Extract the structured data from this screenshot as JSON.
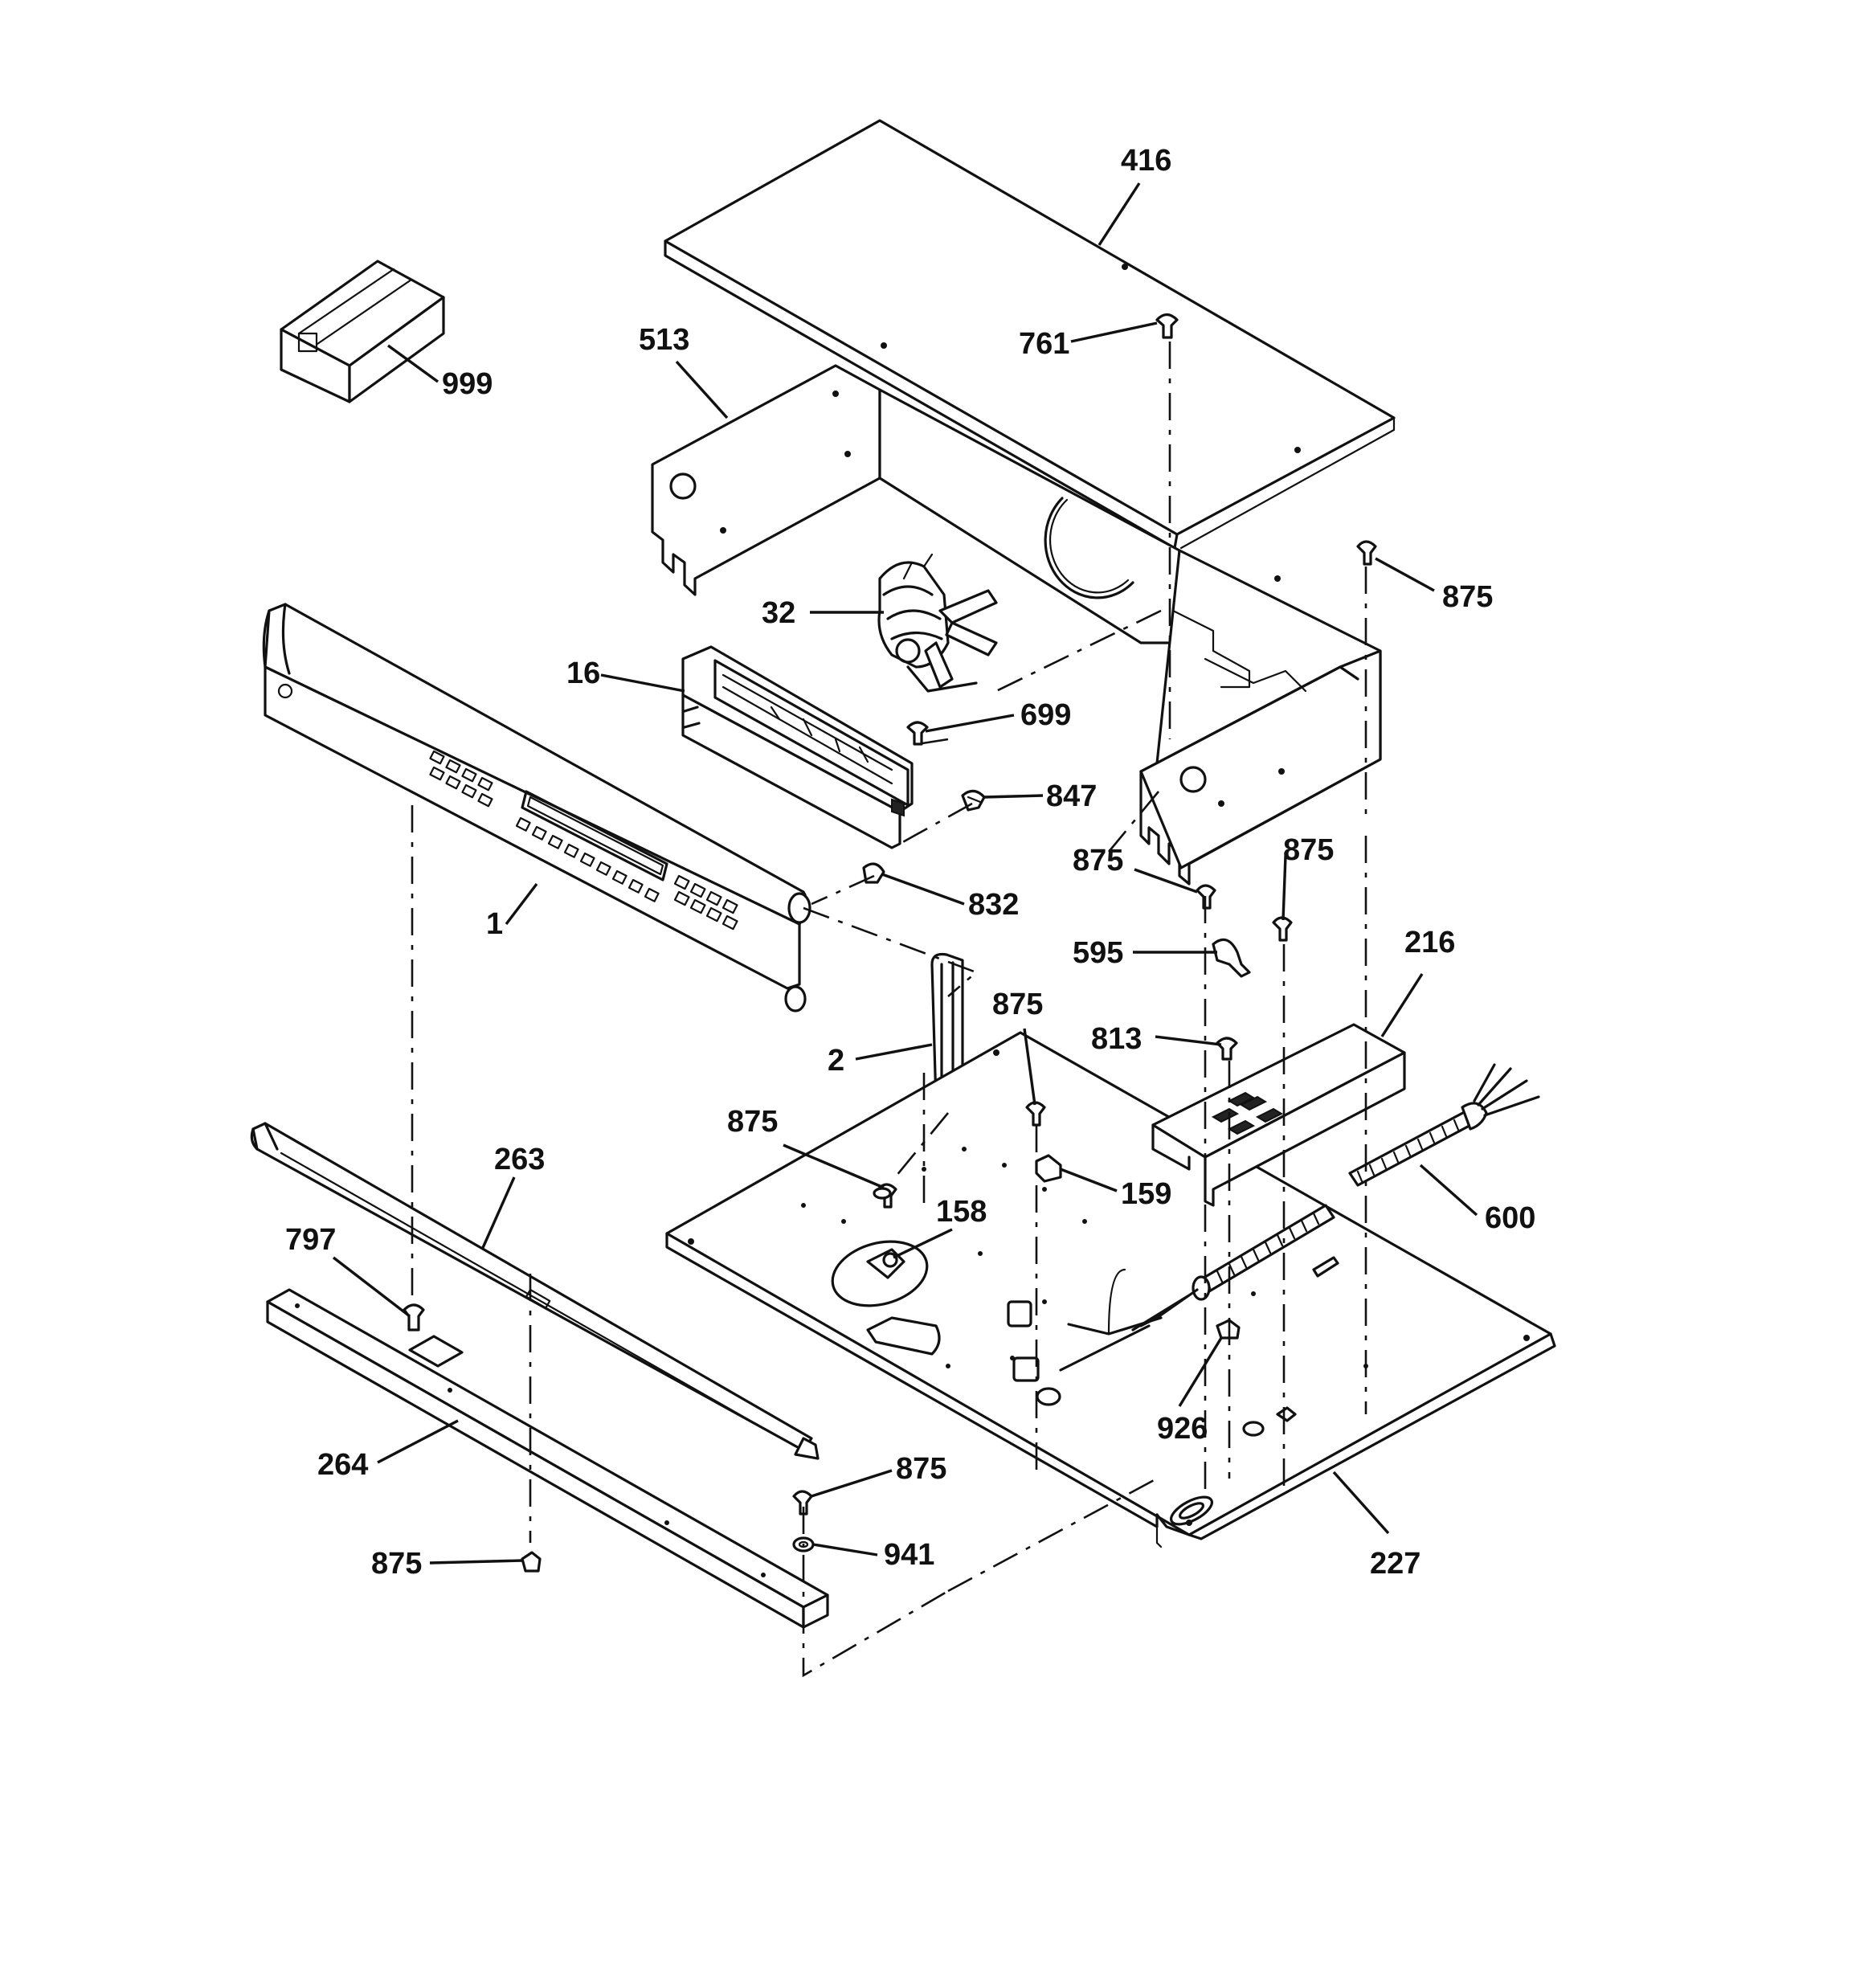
{
  "callouts": [
    {
      "id": "c416",
      "text": "416"
    },
    {
      "id": "c513",
      "text": "513"
    },
    {
      "id": "c761",
      "text": "761"
    },
    {
      "id": "c999",
      "text": "999"
    },
    {
      "id": "c875a",
      "text": "875"
    },
    {
      "id": "c32",
      "text": "32"
    },
    {
      "id": "c16",
      "text": "16"
    },
    {
      "id": "c699",
      "text": "699"
    },
    {
      "id": "c847",
      "text": "847"
    },
    {
      "id": "c875b",
      "text": "875"
    },
    {
      "id": "c875c",
      "text": "875"
    },
    {
      "id": "c832",
      "text": "832"
    },
    {
      "id": "c1",
      "text": "1"
    },
    {
      "id": "c595",
      "text": "595"
    },
    {
      "id": "c216",
      "text": "216"
    },
    {
      "id": "c875d",
      "text": "875"
    },
    {
      "id": "c813",
      "text": "813"
    },
    {
      "id": "c2",
      "text": "2"
    },
    {
      "id": "c875e",
      "text": "875"
    },
    {
      "id": "c263",
      "text": "263"
    },
    {
      "id": "c159",
      "text": "159"
    },
    {
      "id": "c158",
      "text": "158"
    },
    {
      "id": "c600",
      "text": "600"
    },
    {
      "id": "c797",
      "text": "797"
    },
    {
      "id": "c926",
      "text": "926"
    },
    {
      "id": "c264",
      "text": "264"
    },
    {
      "id": "c875f",
      "text": "875"
    },
    {
      "id": "c941",
      "text": "941"
    },
    {
      "id": "c875g",
      "text": "875"
    },
    {
      "id": "c227",
      "text": "227"
    }
  ]
}
